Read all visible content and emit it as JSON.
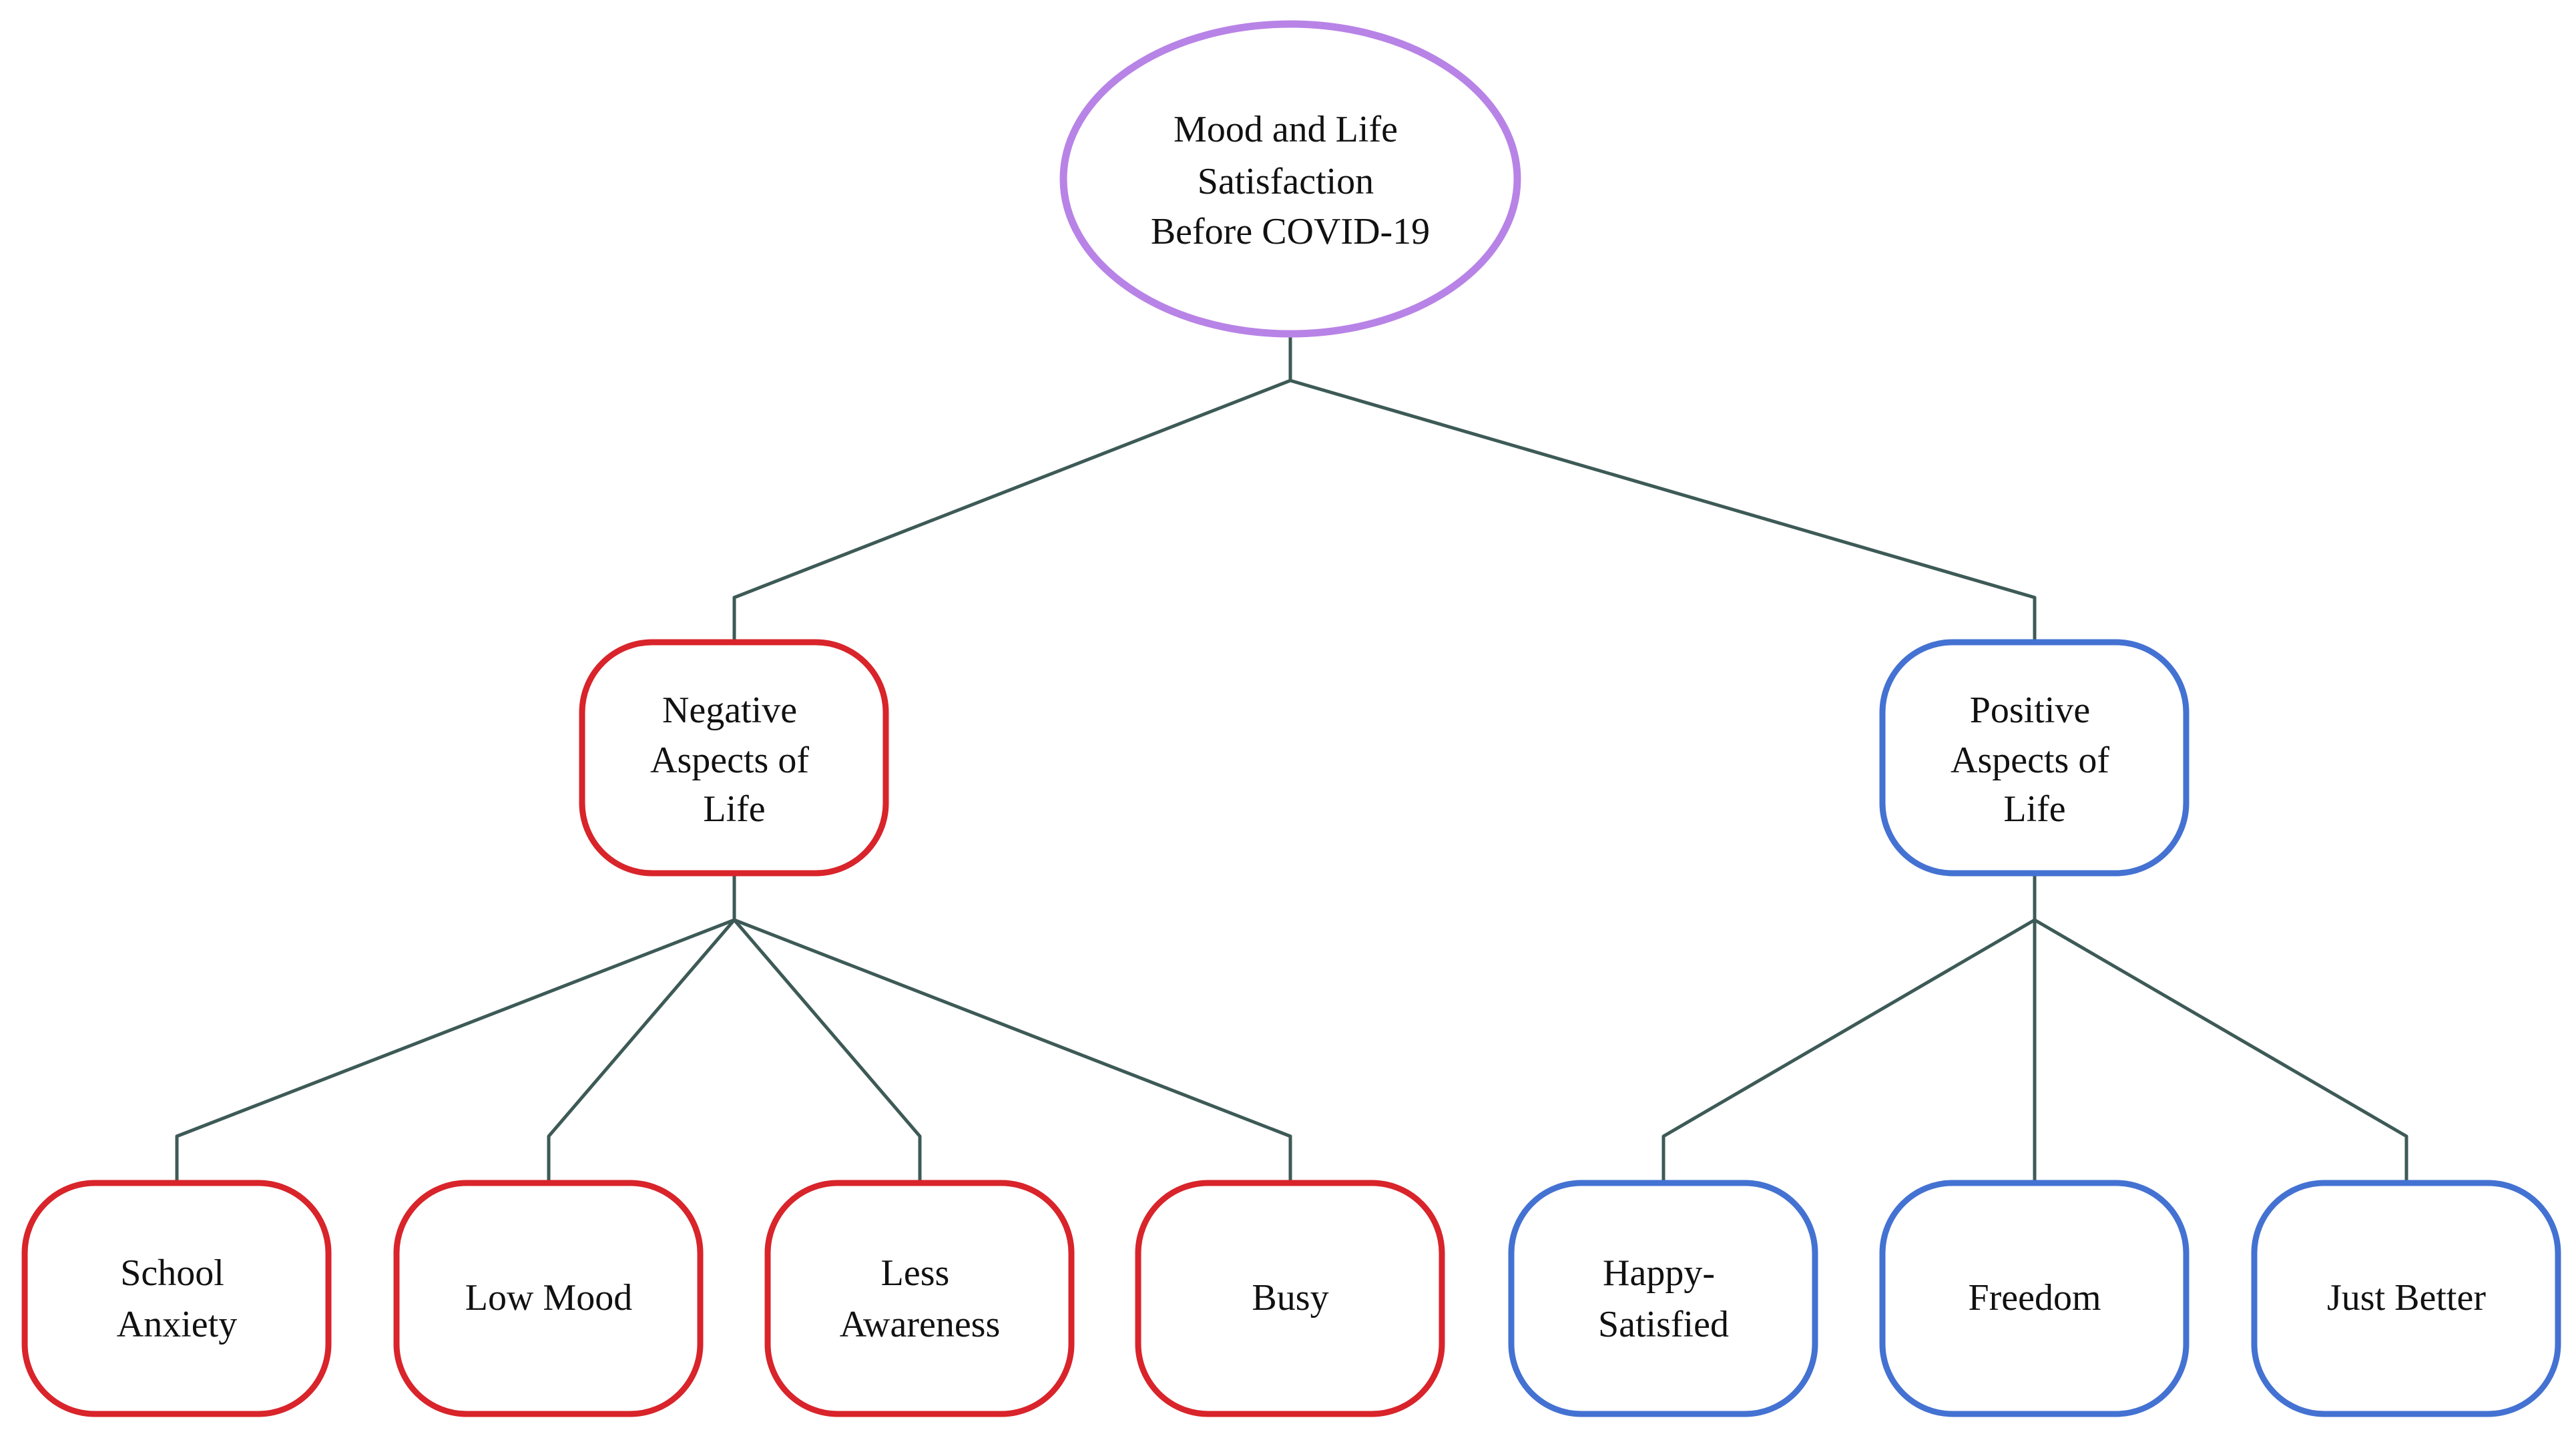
{
  "colors": {
    "root_border": "#b883e6",
    "negative_border": "#d8242a",
    "positive_border": "#4472d2",
    "connector": "#3d5a56"
  },
  "root": {
    "lines": [
      "Mood and Life",
      "Satisfaction",
      "Before COVID-19"
    ]
  },
  "branches": [
    {
      "key": "negative",
      "lines": [
        "Negative",
        "Aspects of",
        "Life"
      ],
      "children": [
        {
          "lines": [
            "School",
            "Anxiety"
          ]
        },
        {
          "lines": [
            "Low Mood"
          ]
        },
        {
          "lines": [
            "Less",
            "Awareness"
          ]
        },
        {
          "lines": [
            "Busy"
          ]
        }
      ]
    },
    {
      "key": "positive",
      "lines": [
        "Positive",
        "Aspects of",
        "Life"
      ],
      "children": [
        {
          "lines": [
            "Happy-",
            "Satisfied"
          ]
        },
        {
          "lines": [
            "Freedom"
          ]
        },
        {
          "lines": [
            "Just Better"
          ]
        }
      ]
    }
  ]
}
